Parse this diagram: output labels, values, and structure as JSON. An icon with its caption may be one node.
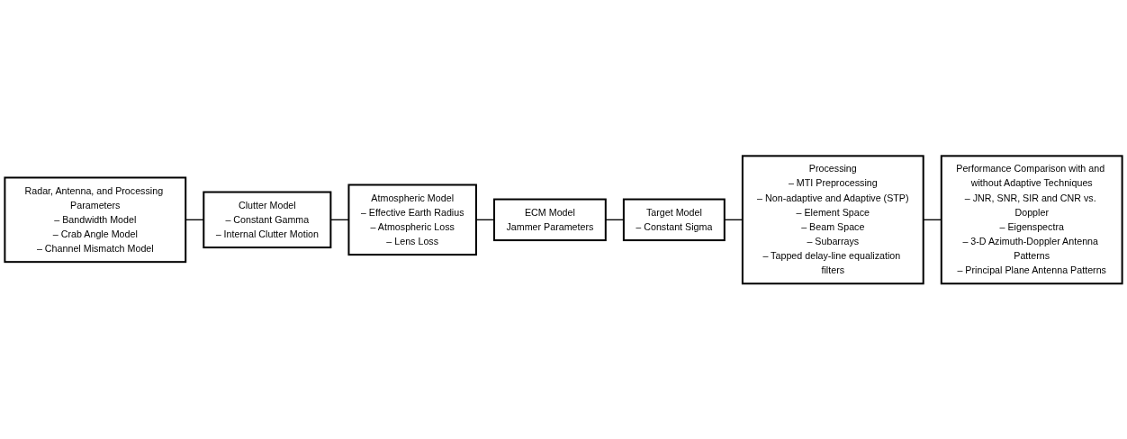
{
  "diagram": {
    "nodes": [
      {
        "text": [
          "Radar, Antenna, and Processing Parameters",
          "– Bandwidth Model",
          "– Crab Angle Model",
          "– Channel Mismatch Model"
        ]
      },
      {
        "text": [
          "Clutter Model",
          "– Constant Gamma",
          "– Internal Clutter Motion"
        ]
      },
      {
        "text": [
          "Atmospheric Model",
          "– Effective Earth Radius",
          "– Atmospheric Loss",
          "– Lens Loss"
        ]
      },
      {
        "text": [
          "ECM Model",
          "Jammer Parameters"
        ]
      },
      {
        "text": [
          "Target Model",
          "– Constant Sigma"
        ]
      },
      {
        "text": [
          "Processing",
          "– MTI Preprocessing",
          "– Non-adaptive and Adaptive (STP)",
          "– Element Space",
          "– Beam Space",
          "– Subarrays",
          "– Tapped delay-line equalization filters"
        ]
      },
      {
        "text": [
          "Performance Comparison with and without Adaptive Techniques",
          "– JNR, SNR, SIR and CNR vs. Doppler",
          "– Eigenspectra",
          "– 3-D Azimuth-Doppler Antenna Patterns",
          "– Principal Plane Antenna Patterns"
        ]
      }
    ],
    "edges": [
      {
        "from": 0,
        "to": 1,
        "arrow": "none"
      },
      {
        "from": 1,
        "to": 2,
        "arrow": "none"
      },
      {
        "from": 2,
        "to": 3,
        "arrow": "none"
      },
      {
        "from": 3,
        "to": 4,
        "arrow": "none"
      },
      {
        "from": 4,
        "to": 5,
        "arrow": "none"
      },
      {
        "from": 5,
        "to": 6,
        "arrow": "none"
      }
    ]
  }
}
